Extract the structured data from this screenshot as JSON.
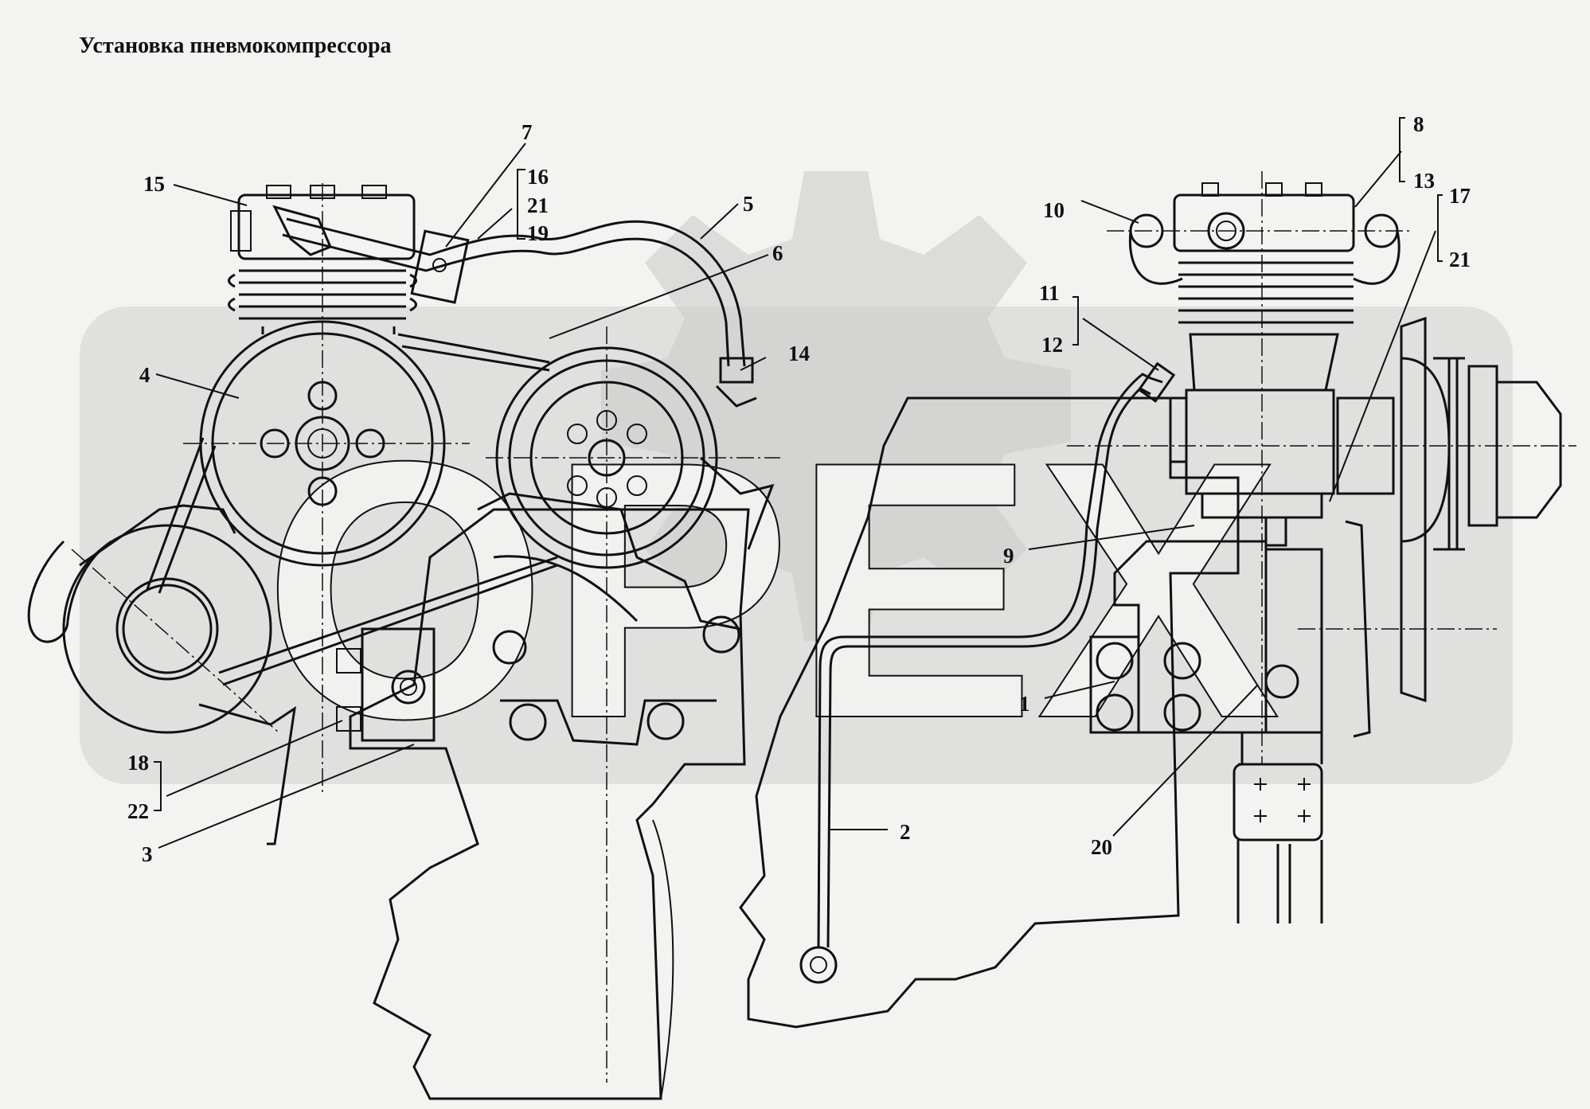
{
  "title": "Установка пневмокомпрессора",
  "watermark": "OPEX",
  "callouts": [
    "1",
    "2",
    "3",
    "4",
    "5",
    "6",
    "7",
    "8",
    "9",
    "10",
    "11",
    "12",
    "13",
    "14",
    "15",
    "16",
    "17",
    "18",
    "19",
    "20",
    "21",
    "21",
    "22"
  ],
  "colors": {
    "background": "#f3f3f1",
    "line": "#111111",
    "watermark": "#c8c8c8"
  }
}
